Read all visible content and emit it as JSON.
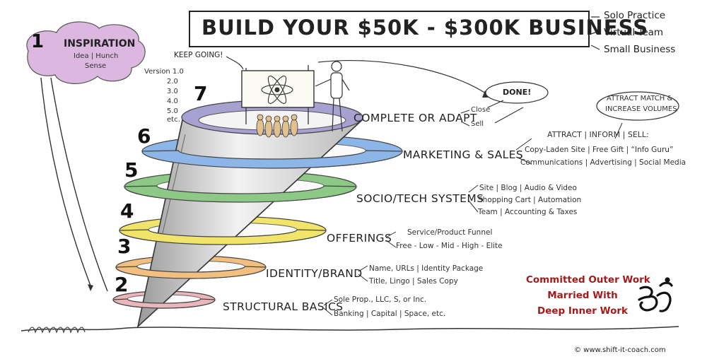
{
  "title": "BUILD YOUR $50K - $300K BUSINESS",
  "business_types": [
    "Solo Practice",
    "Virtual Team",
    "Small Business"
  ],
  "inspiration": {
    "number": "1",
    "title": "INSPIRATION",
    "line1": "Idea | Hunch",
    "line2": "Sense"
  },
  "versions": [
    "Version 1.0",
    "2.0",
    "3.0",
    "4.0",
    "5.0",
    "etc."
  ],
  "keep_going": "KEEP GOING!",
  "done": "DONE!",
  "close": "Close",
  "sell": "Sell",
  "attract_match": {
    "line1": "ATTRACT MATCH &",
    "line2": "INCREASE VOLUMES"
  },
  "stages": [
    {
      "number": "2",
      "label": "STRUCTURAL BASICS",
      "details": [
        "Sole Prop., LLC, S, or Inc.",
        "Banking | Capital | Space, etc."
      ]
    },
    {
      "number": "3",
      "label": "IDENTITY/BRAND",
      "details": [
        "Name, URLs | Identity Package",
        "Title, Lingo | Sales Copy"
      ]
    },
    {
      "number": "4",
      "label": "OFFERINGS",
      "details": [
        "Service/Product Funnel",
        "Free - Low - Mid - High - Elite"
      ]
    },
    {
      "number": "5",
      "label": "SOCIO/TECH SYSTEMS",
      "details": [
        "Site | Blog | Audio & Video",
        "Shopping Cart | Automation",
        "Team | Accounting & Taxes"
      ]
    },
    {
      "number": "6",
      "label": "MARKETING & SALES",
      "details": [
        "ATTRACT | INFORM | SELL:",
        "Copy-Laden Site | Free Gift | “Info Guru”",
        "Communications | Advertising | Social Media"
      ]
    },
    {
      "number": "7",
      "label": "COMPLETE OR ADAPT",
      "details": []
    }
  ],
  "committed": [
    "Committed Outer Work",
    "Married With",
    "Deep Inner Work"
  ],
  "om_symbol": "om-icon",
  "copyright": "© www.shift-it-coach.com"
}
